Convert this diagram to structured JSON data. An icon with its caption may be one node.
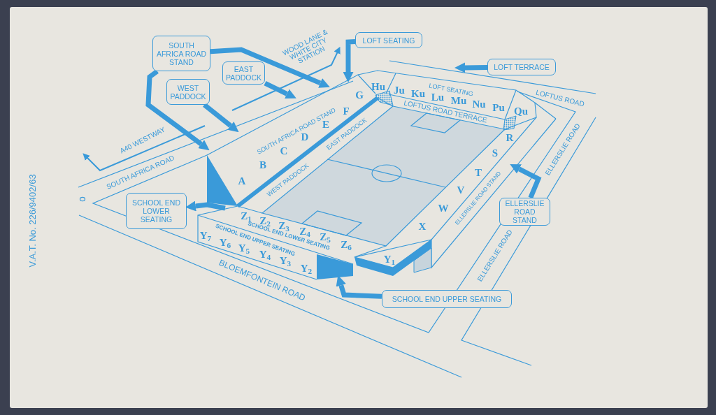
{
  "diagram": {
    "nodes": [
      {
        "text": [
          "SOUTH AFRICA ROAD STAND"
        ]
      },
      {
        "text": [
          "LOFT SEATING"
        ]
      },
      {
        "text": [
          "LOFT TERRACE"
        ]
      },
      {
        "text": [
          "EAST PADDOCK"
        ]
      },
      {
        "text": [
          "WEST PADDOCK"
        ]
      },
      {
        "text": [
          "SCHOOL END LOWER SEATING"
        ]
      },
      {
        "text": [
          "ELLERSLIE ROAD STAND"
        ]
      },
      {
        "text": [
          "SCHOOL END UPPER SEATING"
        ]
      }
    ],
    "edges": [
      {
        "from": 0,
        "to": null,
        "arrow": "to"
      },
      {
        "from": 0,
        "to": null,
        "arrow": "to"
      },
      {
        "from": 4,
        "to": null,
        "arrow": "to"
      },
      {
        "from": 3,
        "to": null,
        "arrow": "to"
      },
      {
        "from": 1,
        "to": null,
        "arrow": "to"
      },
      {
        "from": 2,
        "to": null,
        "arrow": "to"
      },
      {
        "from": null,
        "to": 5,
        "arrow": "to"
      },
      {
        "from": 6,
        "to": null,
        "arrow": "to"
      },
      {
        "from": 7,
        "to": null,
        "arrow": "to"
      }
    ],
    "labels": [
      "WOOD LANE & WHITE CITY STATION",
      "LOFT SEATING",
      "LOFTUS ROAD",
      "Hu",
      "Ju",
      "Ku",
      "Lu",
      "Mu",
      "Nu",
      "Pu",
      "G",
      "LOFTUS ROAD TERRACE",
      "SOUTH AFRICA ROAD STAND",
      "F",
      "Qu",
      "E",
      "EAST PADDOCK",
      "D",
      "R",
      "A40 WESTWAY",
      "C",
      "ELLERSLIE ROAD",
      "S",
      "B",
      "SOUTH AFRICA ROAD",
      "T",
      "A",
      "WEST PADDOCK",
      "ELLERSLIE ROAD STAND",
      "V",
      "W",
      "Z$_{1}$",
      "Z$_{2}$",
      "Z$_{3}$",
      "Z$_{4}$",
      "Z$_{5}$",
      "Z$_{6}$",
      "SCHOOL END LOWER SEATING",
      "X",
      "SCHOOL END UPPER SEATING",
      "Y$_{7}$",
      "Y$_{6}$",
      "Y$_{5}$",
      "Y$_{4}$",
      "Y$_{3}$",
      "Y$_{2}$",
      "Y$_{1}$",
      "ELLERSLIE ROAD",
      "BLOEMFONTEIN ROAD",
      "V.A.T. No. 226/9402/63"
    ]
  }
}
